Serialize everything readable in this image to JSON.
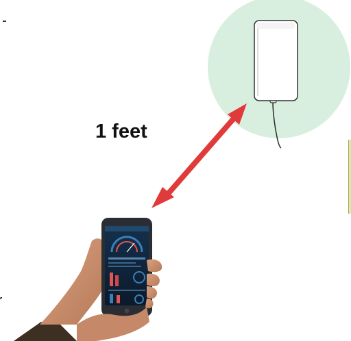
{
  "scene": {
    "distance_label": "1 feet",
    "edge_text_top": "t",
    "edge_text_bottom": "r",
    "colors": {
      "halo": "#d8efe0",
      "arrow": "#e03a3a",
      "antenna_body": "#ffffff",
      "antenna_outline": "#333333",
      "phone_body": "#2a2d33",
      "phone_screen": "#10243a",
      "hand": "#c98d6a",
      "sleeve": "#3d2f22"
    },
    "icons": {
      "antenna": "panel-antenna",
      "phone": "smartphone",
      "arrow": "double-headed-arrow"
    }
  }
}
